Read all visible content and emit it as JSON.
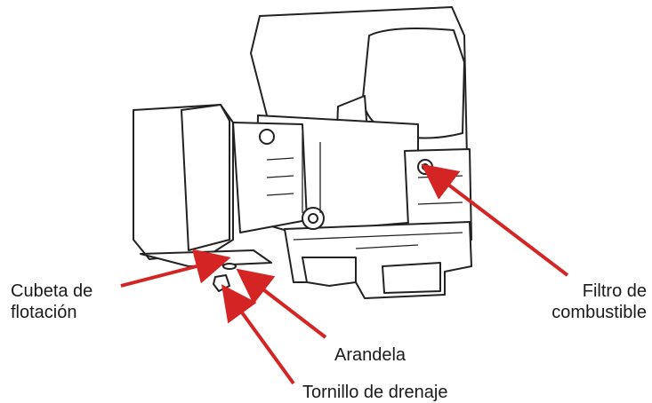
{
  "labels": {
    "float_bowl": {
      "line1": "Cubeta de",
      "line2": "flotación"
    },
    "washer": "Arandela",
    "drain_screw": "Tornillo de drenaje",
    "fuel_filter": {
      "line1": "Filtro de",
      "line2": "combustible"
    }
  },
  "colors": {
    "callout_arrow": "#d42424",
    "line_art": "#222222",
    "label_text": "#1a1a1a",
    "background": "#ffffff"
  }
}
